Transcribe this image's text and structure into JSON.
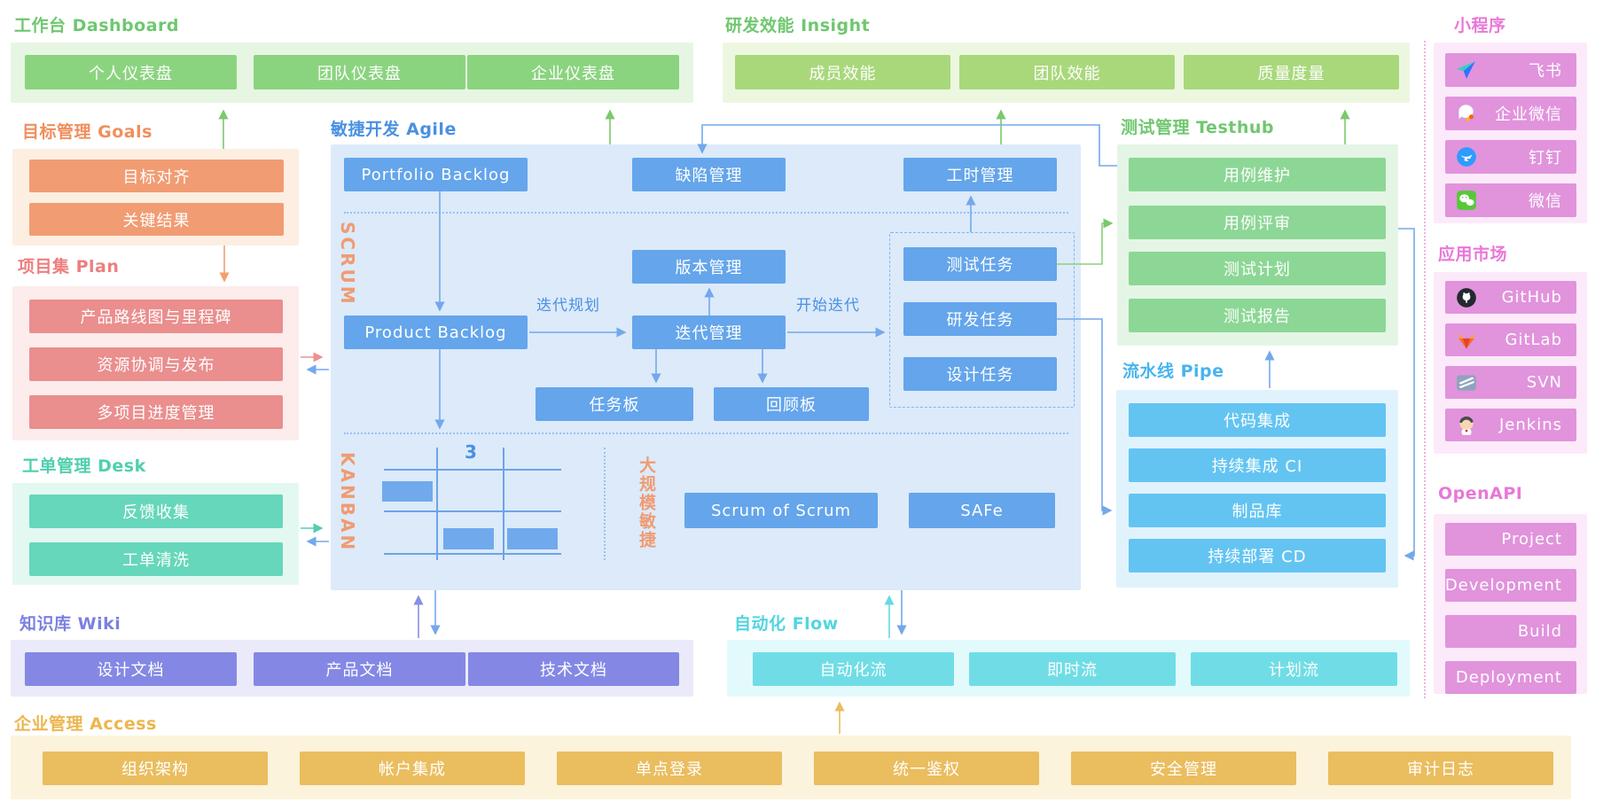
{
  "palette": {
    "green": "#7bc96c",
    "yellow_green": "#a9d87b",
    "agile_blue": "#4a90e2",
    "pipe_blue": "#47b4ee",
    "flow_cyan": "#52d5e0",
    "desk_teal": "#4fcfae",
    "goals_orange": "#f08f5f",
    "plan_red": "#ed7f7f",
    "wiki_purple": "#7b80e0",
    "access_gold": "#ecb64f",
    "pink": "#e878d8",
    "arrow_blue": "#74a8ec"
  },
  "dashboard": {
    "title": "工作台 Dashboard",
    "items": [
      "个人仪表盘",
      "团队仪表盘",
      "企业仪表盘"
    ]
  },
  "insight": {
    "title": "研发效能 Insight",
    "items": [
      "成员效能",
      "团队效能",
      "质量度量"
    ]
  },
  "miniapps": {
    "title": "小程序",
    "items": [
      {
        "label": "飞书",
        "icon": "feishu-icon"
      },
      {
        "label": "企业微信",
        "icon": "wecom-icon"
      },
      {
        "label": "钉钉",
        "icon": "dingtalk-icon"
      },
      {
        "label": "微信",
        "icon": "wechat-icon"
      }
    ]
  },
  "goals": {
    "title": "目标管理 Goals",
    "items": [
      "目标对齐",
      "关键结果"
    ]
  },
  "plan": {
    "title": "项目集 Plan",
    "items": [
      "产品路线图与里程碑",
      "资源协调与发布",
      "多项目进度管理"
    ]
  },
  "desk": {
    "title": "工单管理 Desk",
    "items": [
      "反馈收集",
      "工单清洗"
    ]
  },
  "wiki": {
    "title": "知识库 Wiki",
    "items": [
      "设计文档",
      "产品文档",
      "技术文档"
    ]
  },
  "access": {
    "title": "企业管理 Access",
    "items": [
      "组织架构",
      "帐户集成",
      "单点登录",
      "统一鉴权",
      "安全管理",
      "审计日志"
    ]
  },
  "agile": {
    "title": "敏捷开发 Agile",
    "scrum_label": "SCRUM",
    "kanban_label": "KANBAN",
    "scale_label": "大规模敏捷",
    "portfolio_backlog": "Portfolio Backlog",
    "product_backlog": "Product Backlog",
    "defect": "缺陷管理",
    "worklog": "工时管理",
    "version": "版本管理",
    "iteration": "迭代管理",
    "iteration_planning": "迭代规划",
    "start_iteration": "开始迭代",
    "tasks": [
      "测试任务",
      "研发任务",
      "设计任务"
    ],
    "task_board": "任务板",
    "retro_board": "回顾板",
    "wip_limit": "3",
    "scrum_of_scrum": "Scrum of Scrum",
    "safe": "SAFe"
  },
  "testhub": {
    "title": "测试管理 Testhub",
    "items": [
      "用例维护",
      "用例评审",
      "测试计划",
      "测试报告"
    ]
  },
  "pipeline": {
    "title": "流水线 Pipe",
    "items": [
      "代码集成",
      "持续集成 CI",
      "制品库",
      "持续部署 CD"
    ]
  },
  "flow": {
    "title": "自动化 Flow",
    "items": [
      "自动化流",
      "即时流",
      "计划流"
    ]
  },
  "marketplace": {
    "title": "应用市场",
    "items": [
      {
        "label": "GitHub",
        "icon": "github-icon"
      },
      {
        "label": "GitLab",
        "icon": "gitlab-icon"
      },
      {
        "label": "SVN",
        "icon": "svn-icon"
      },
      {
        "label": "Jenkins",
        "icon": "jenkins-icon"
      }
    ]
  },
  "openapi": {
    "title": "OpenAPI",
    "items": [
      "Project",
      "Development",
      "Build",
      "Deployment"
    ]
  }
}
